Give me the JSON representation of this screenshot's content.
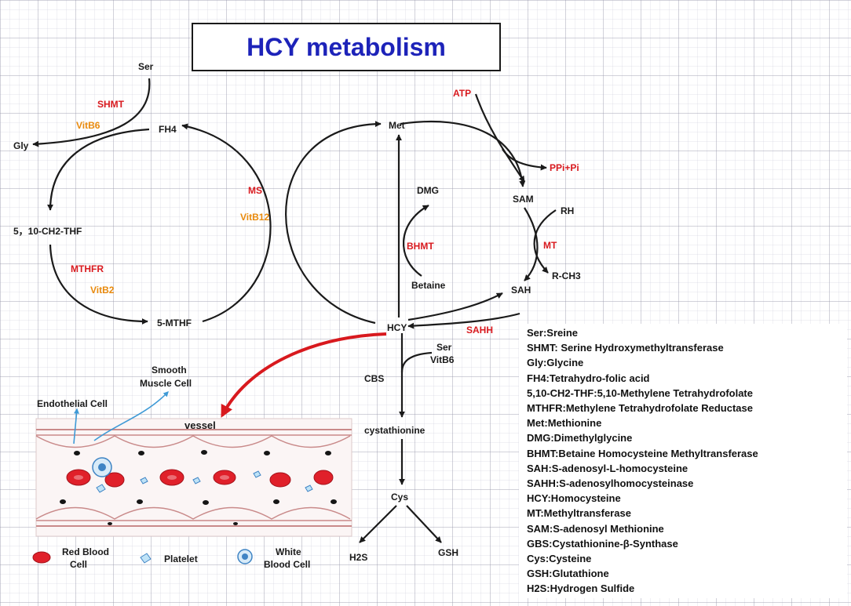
{
  "title": "HCY metabolism",
  "nodes": {
    "ser_top": "Ser",
    "shmt": "SHMT",
    "vitb6_top": "VitB6",
    "fh4": "FH4",
    "gly": "Gly",
    "ch2thf": "5，10-CH2-THF",
    "mthfr": "MTHFR",
    "vitb2": "VitB2",
    "mthf": "5-MTHF",
    "ms": "MS",
    "vitb12": "VitB12",
    "met": "Met",
    "atp": "ATP",
    "ppi": "PPi+Pi",
    "sam": "SAM",
    "rh": "RH",
    "mt": "MT",
    "rch3": "R-CH3",
    "sah": "SAH",
    "sahh": "SAHH",
    "dmg": "DMG",
    "bhmt": "BHMT",
    "betaine": "Betaine",
    "hcy": "HCY",
    "ser_mid": "Ser",
    "vitb6_mid": "VitB6",
    "cbs": "CBS",
    "cystathionine": "cystathionine",
    "cys": "Cys",
    "h2s": "H2S",
    "gsh": "GSH"
  },
  "vessel": {
    "label": "vessel",
    "endothelial": "Endothelial Cell",
    "smooth_line1": "Smooth",
    "smooth_line2": "Muscle Cell"
  },
  "cell_legend": {
    "rbc_line1": "Red Blood",
    "rbc_line2": "Cell",
    "platelet": "Platelet",
    "wbc_line1": "White",
    "wbc_line2": "Blood Cell"
  },
  "abbreviations": [
    "Ser:Sreine",
    "SHMT: Serine Hydroxymethyltransferase",
    "Gly:Glycine",
    "FH4:Tetrahydro-folic acid",
    "5,10-CH2-THF:5,10-Methylene Tetrahydrofolate",
    "MTHFR:Methylene Tetrahydrofolate Reductase",
    "Met:Methionine",
    "DMG:Dimethylglycine",
    "BHMT:Betaine Homocysteine Methyltransferase",
    "SAH:S-adenosyl-L-homocysteine",
    "SAHH:S-adenosylhomocysteinase",
    "HCY:Homocysteine",
    "MT:Methyltransferase",
    "SAM:S-adenosyl Methionine",
    "GBS:Cystathionine-β-Synthase",
    "Cys:Cysteine",
    "GSH:Glutathione",
    "H2S:Hydrogen Sulfide"
  ],
  "colors": {
    "title": "#1d23b9",
    "enzyme": "#d8191e",
    "cofactor": "#e98a0c",
    "arrow": "#1a1a1a",
    "hcy_arrow": "#d8191e",
    "rbc": "#e0202a",
    "vessel_wall": "#c98a8a"
  }
}
